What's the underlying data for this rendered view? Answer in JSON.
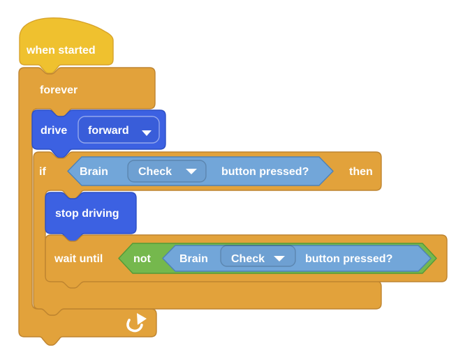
{
  "canvas": {
    "background": "#ffffff"
  },
  "colors": {
    "event_yellow": "#EFC12F",
    "event_yellow_border": "#D7A32A",
    "control_orange": "#E2A23B",
    "control_orange_border": "#BE8430",
    "drive_blue": "#3C61E2",
    "drive_blue_border": "#2C4FC4",
    "sensing_light_blue": "#72A6D9",
    "sensing_light_blue_border": "#4E81B5",
    "operator_green": "#75B84D",
    "operator_green_border": "#539A38",
    "label_text": "#FFFFFF"
  },
  "blocks": {
    "when_started": {
      "label": "when started"
    },
    "forever": {
      "label": "forever"
    },
    "drive": {
      "label": "drive",
      "direction_dropdown": {
        "value": "forward"
      }
    },
    "if_block": {
      "if_label": "if",
      "then_label": "then",
      "condition": {
        "device": "Brain",
        "button_dropdown": {
          "value": "Check"
        },
        "suffix": "button pressed?"
      }
    },
    "stop_driving": {
      "label": "stop driving"
    },
    "wait_until": {
      "label": "wait until",
      "operator": {
        "label": "not"
      },
      "condition": {
        "device": "Brain",
        "button_dropdown": {
          "value": "Check"
        },
        "suffix": "button pressed?"
      }
    }
  },
  "icons": {
    "dropdown_arrow": "dropdown-arrow",
    "loop_arrow": "loop-arrow"
  }
}
